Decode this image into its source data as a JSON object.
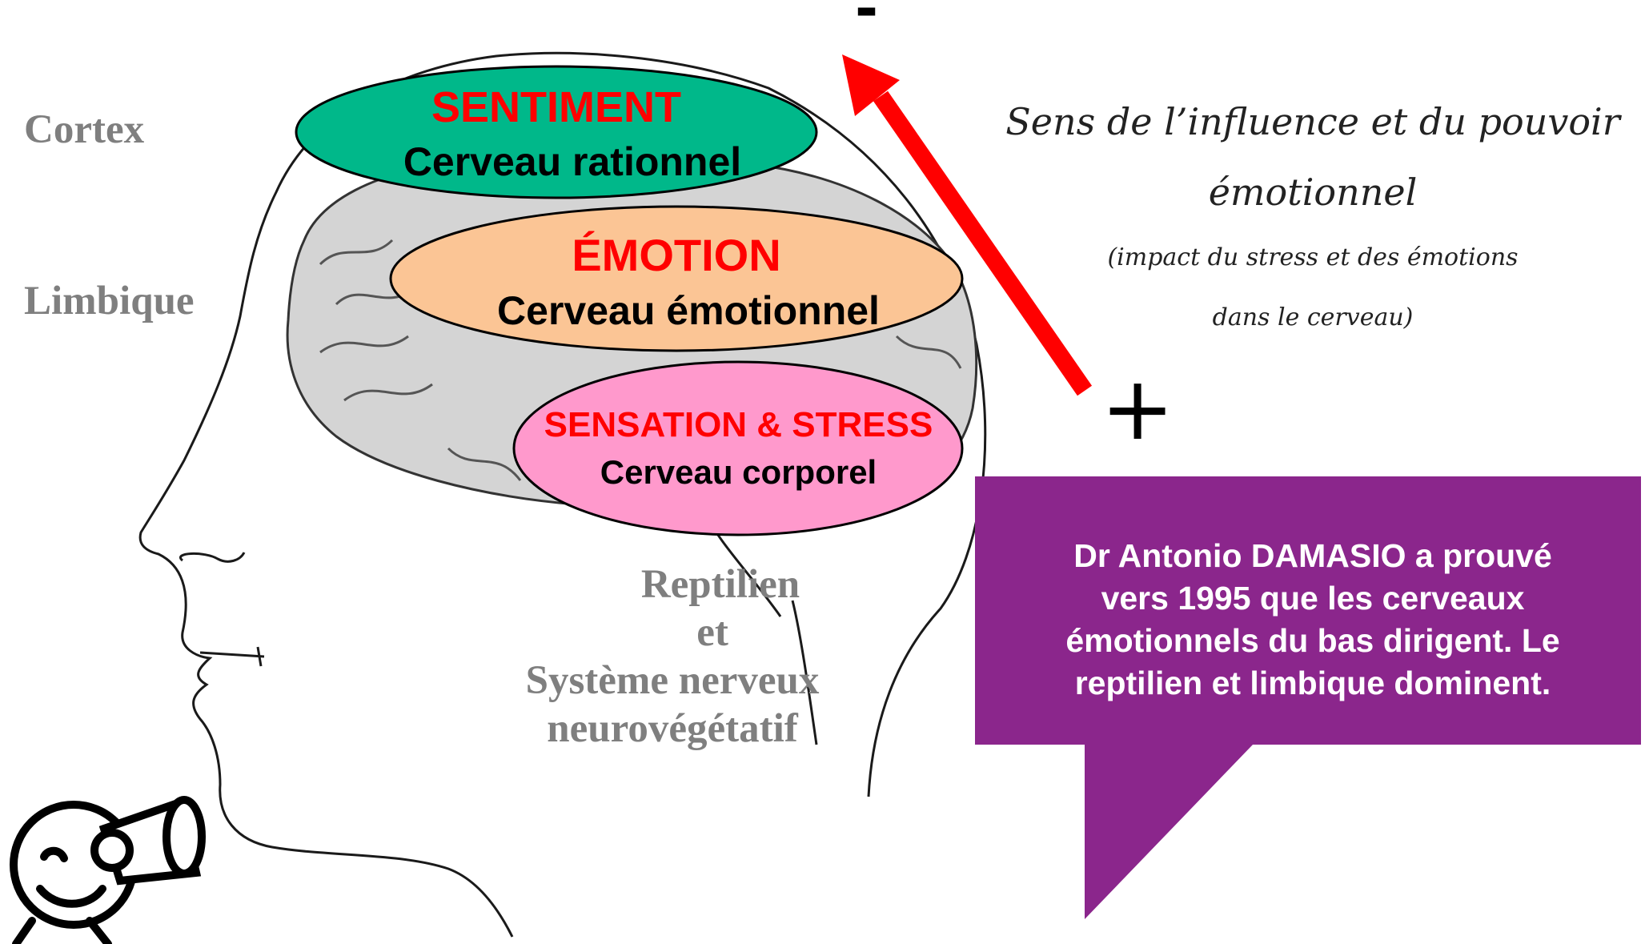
{
  "labels": {
    "cortex": "Cortex",
    "limbique": "Limbique",
    "reptilien_line1": "Reptilien",
    "reptilien_line2": "et",
    "reptilien_line3": "Système nerveux",
    "reptilien_line4": "neurovégétatif"
  },
  "layers": [
    {
      "title": "SENTIMENT",
      "subtitle": "Cerveau rationnel",
      "fill": "#00b88a"
    },
    {
      "title": "ÉMOTION",
      "subtitle": "Cerveau émotionnel",
      "fill": "#fbc595"
    },
    {
      "title": "SENSATION & STRESS",
      "subtitle": "Cerveau corporel",
      "fill": "#ff99cc"
    }
  ],
  "influence": {
    "line1": "Sens de l’influence et du pouvoir",
    "line2": "émotionnel",
    "line3": "(impact du stress et des émotions",
    "line4": "dans le cerveau)"
  },
  "arrow": {
    "top_sign": "-",
    "bottom_sign": "+",
    "color": "#ff0000"
  },
  "callout": {
    "line1": "Dr Antonio DAMASIO a prouvé",
    "line2": "vers 1995 que les cerveaux",
    "line3": "émotionnels du bas dirigent. Le",
    "line4": "reptilien et limbique dominent.",
    "fill": "#8b268c"
  }
}
